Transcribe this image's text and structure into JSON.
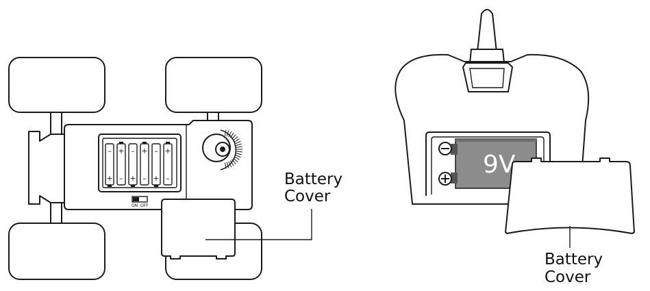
{
  "car": {
    "switch_on": "ON",
    "switch_off": "OFF",
    "callout_line1": "Battery",
    "callout_line2": "Cover",
    "battery_cells": 6
  },
  "remote": {
    "battery_text": "9V",
    "minus_symbol": "⊖",
    "plus_symbol": "⊕",
    "callout_line1": "Battery",
    "callout_line2": "Cover"
  }
}
